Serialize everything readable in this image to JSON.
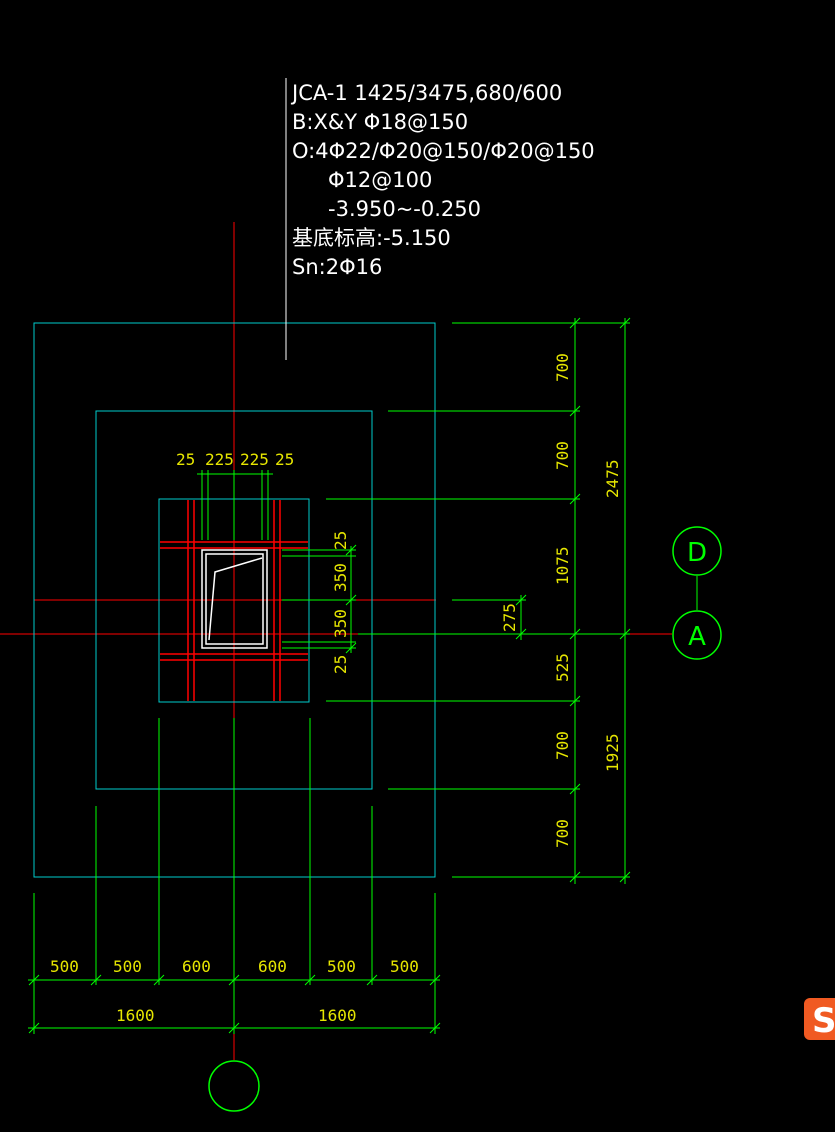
{
  "annotation": {
    "lines": [
      "JCA-1 1425/3475,680/600",
      "B:X&Y Φ18@150",
      "O:4Φ22/Φ20@150/Φ20@150",
      "Φ12@100",
      "-3.950~-0.250",
      "基底标高:-5.150",
      "Sn:2Φ16"
    ]
  },
  "rebar_dims": [
    "25",
    "225",
    "225",
    "25"
  ],
  "column_dims": [
    "25",
    "350",
    "350",
    "25"
  ],
  "offset_dim": "275",
  "right_dims": {
    "inner": [
      "700",
      "700",
      "1075",
      "525",
      "700",
      "700"
    ],
    "outer": [
      "2475",
      "1925"
    ]
  },
  "bottom_dims": {
    "inner": [
      "500",
      "500",
      "600",
      "600",
      "500",
      "500"
    ],
    "outer": [
      "1600",
      "1600"
    ]
  },
  "axes": {
    "top": "D",
    "right": "A",
    "bottom": ""
  },
  "logo": "S",
  "colors": {
    "background": "#000000",
    "foundation_outline": "#00cccc",
    "axis_line": "#ff0000",
    "dimension_line": "#00ff00",
    "dimension_text": "#e6e600",
    "annotation_text": "#ffffff"
  }
}
